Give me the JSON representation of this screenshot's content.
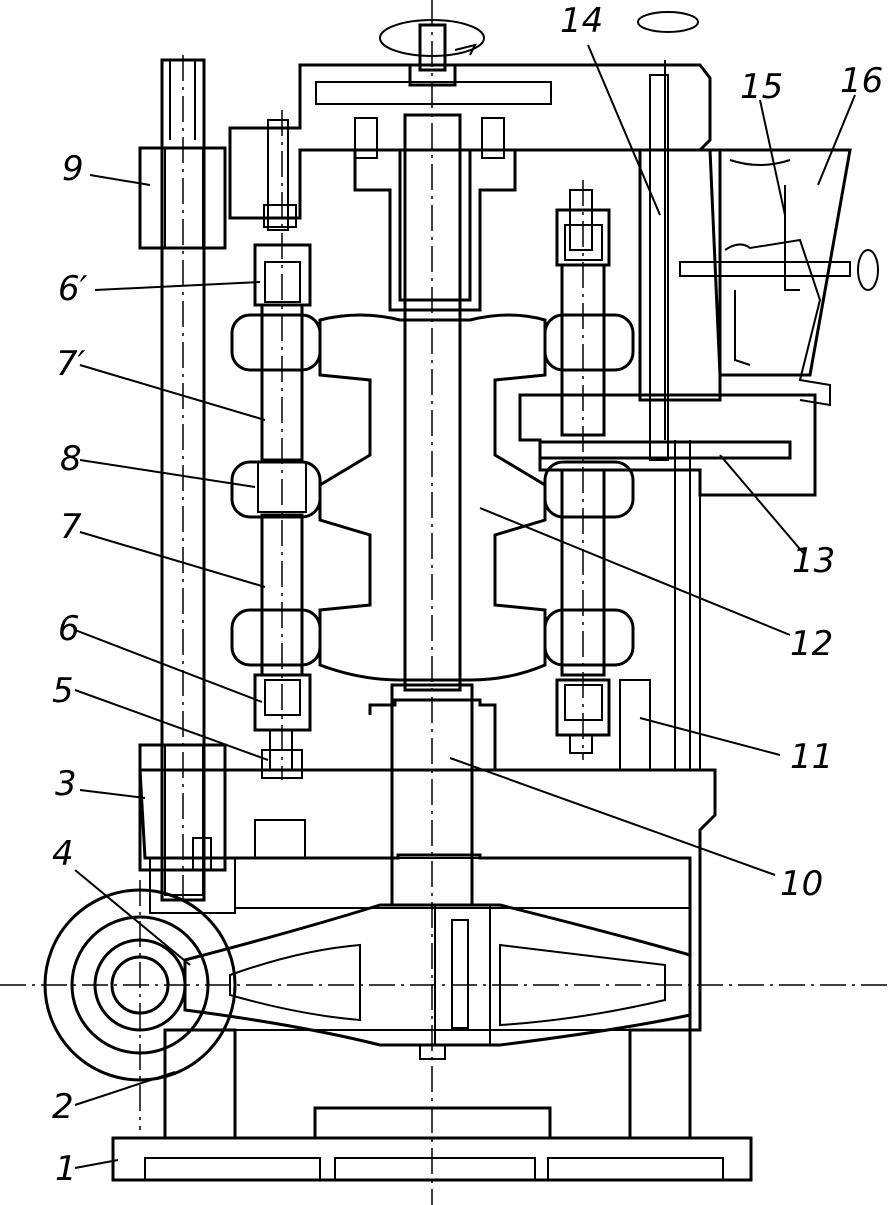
{
  "callouts": {
    "c1": "1",
    "c2": "2",
    "c3": "3",
    "c4": "4",
    "c5": "5",
    "c6": "6",
    "c6p": "6′",
    "c7": "7",
    "c7p": "7′",
    "c8": "8",
    "c9": "9",
    "c10": "10",
    "c11": "11",
    "c12": "12",
    "c13": "13",
    "c14": "14",
    "c15": "15",
    "c16": "16"
  }
}
